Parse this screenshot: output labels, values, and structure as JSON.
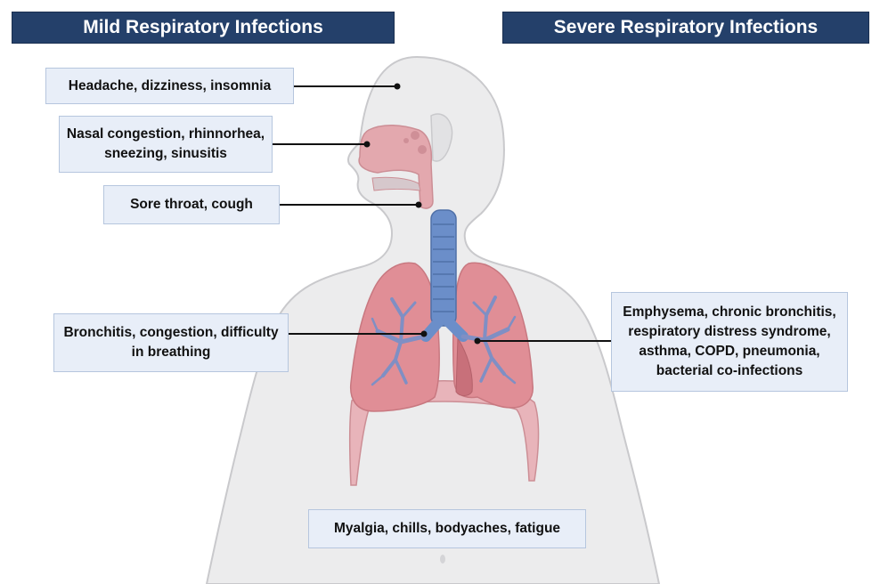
{
  "headers": {
    "mild": "Mild Respiratory Infections",
    "severe": "Severe Respiratory Infections"
  },
  "labels": {
    "head": "Headache, dizziness, insomnia",
    "nasal": [
      "Nasal congestion, rhinnorhea,",
      "sneezing, sinusitis"
    ],
    "throat": "Sore throat, cough",
    "bronchi": [
      "Bronchitis, congestion, difficulty",
      "in breathing"
    ],
    "severe": [
      "Emphysema, chronic bronchitis,",
      "respiratory distress syndrome,",
      "asthma, COPD, pneumonia,",
      "bacterial co-infections"
    ],
    "body": "Myalgia, chills, bodyaches, fatigue"
  },
  "colors": {
    "header_bg": "#24406a",
    "label_bg": "#e8eef8",
    "label_border": "#b6c6de",
    "body_fill": "#ececed",
    "body_outline": "#c9c9cc",
    "airway_pink": "#e3a8ae",
    "lung_pink": "#e08e96",
    "trachea_blue": "#6b8ec9",
    "bronchi_blue": "#7f8fc4"
  }
}
